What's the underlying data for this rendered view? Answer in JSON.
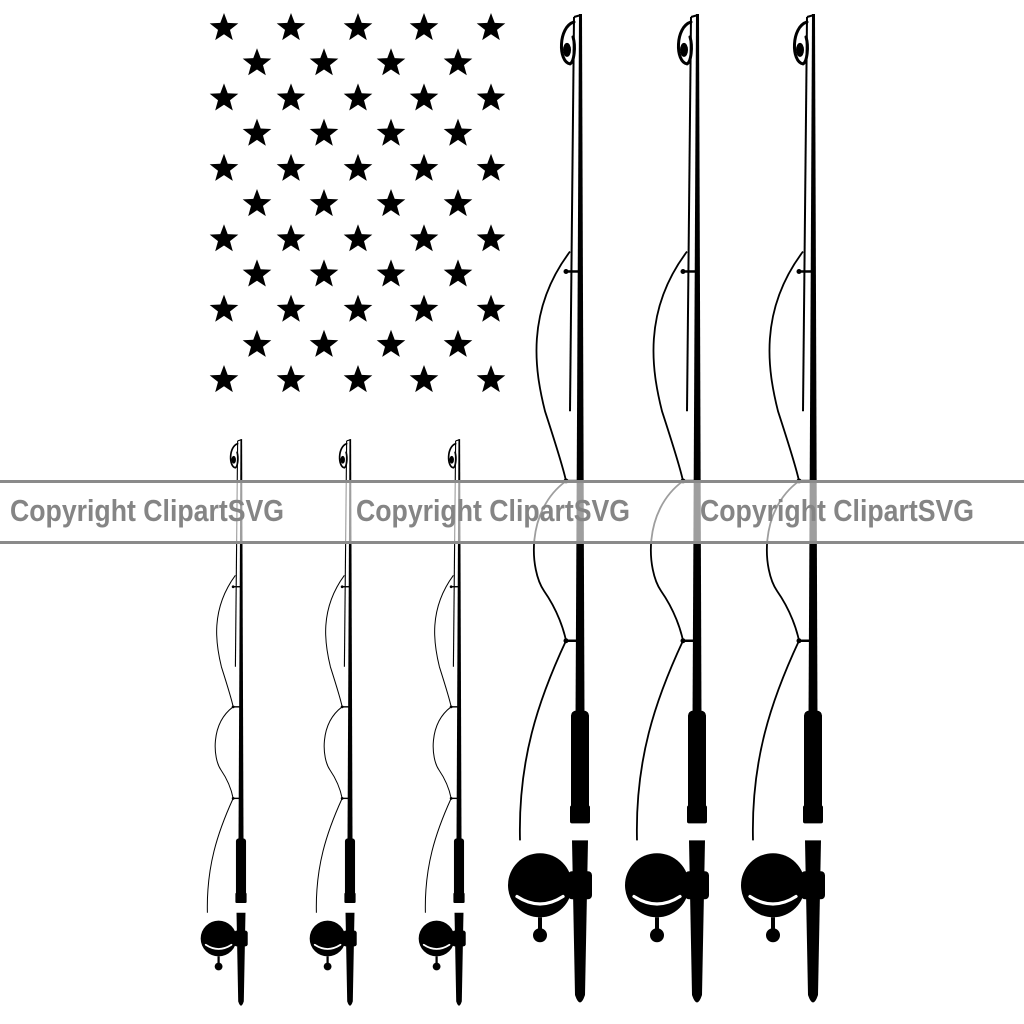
{
  "colors": {
    "ink": "#000000",
    "background": "#ffffff",
    "watermark": "#858585"
  },
  "flag": {
    "star_rows": 11,
    "rod_count": 6,
    "icons": [
      "star-icon",
      "fishing-rod-icon",
      "fishing-reel-icon"
    ]
  },
  "watermark": {
    "texts": [
      "Copyright ClipartSVG",
      "Copyright ClipartSVG",
      "Copyright ClipartSVG"
    ]
  }
}
